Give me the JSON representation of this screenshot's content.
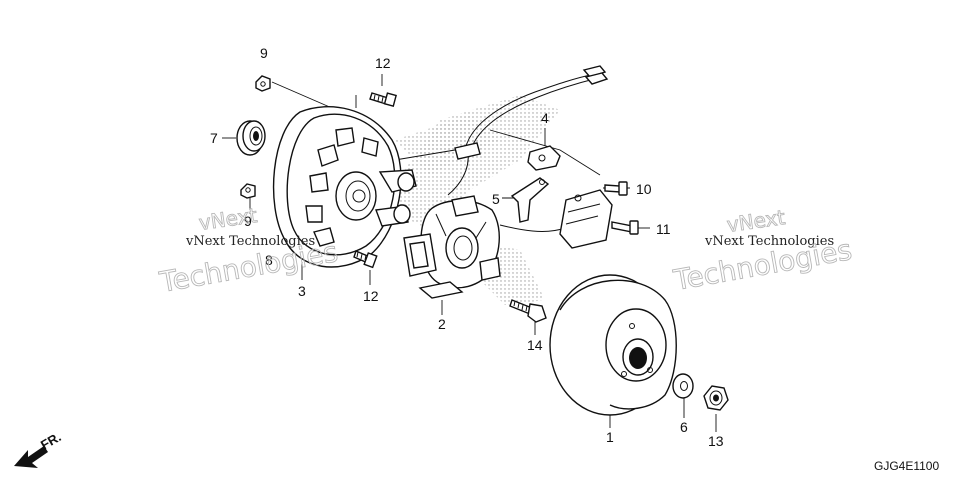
{
  "callouts": [
    {
      "id": "p9a",
      "label": "9"
    },
    {
      "id": "p12a",
      "label": "12"
    },
    {
      "id": "p7",
      "label": "7"
    },
    {
      "id": "p4",
      "label": "4"
    },
    {
      "id": "p10",
      "label": "10"
    },
    {
      "id": "p5",
      "label": "5"
    },
    {
      "id": "p11",
      "label": "11"
    },
    {
      "id": "p9b",
      "label": "9"
    },
    {
      "id": "p8",
      "label": "8"
    },
    {
      "id": "p3",
      "label": "3"
    },
    {
      "id": "p12b",
      "label": "12"
    },
    {
      "id": "p2",
      "label": "2"
    },
    {
      "id": "p14",
      "label": "14"
    },
    {
      "id": "p1",
      "label": "1"
    },
    {
      "id": "p6",
      "label": "6"
    },
    {
      "id": "p13",
      "label": "13"
    }
  ],
  "watermarks": {
    "left_line1": "vNext",
    "left_line2": "vNext Technologies",
    "left_line3": "Technologies",
    "right_line1": "vNext",
    "right_line2": "vNext Technologies",
    "right_line3": "Technologies"
  },
  "direction_label": "FR.",
  "diagram_code": "GJG4E1100",
  "colors": {
    "ink": "#111111",
    "watermark": "#b8b8b8",
    "stipple": "#9a9a9a"
  }
}
